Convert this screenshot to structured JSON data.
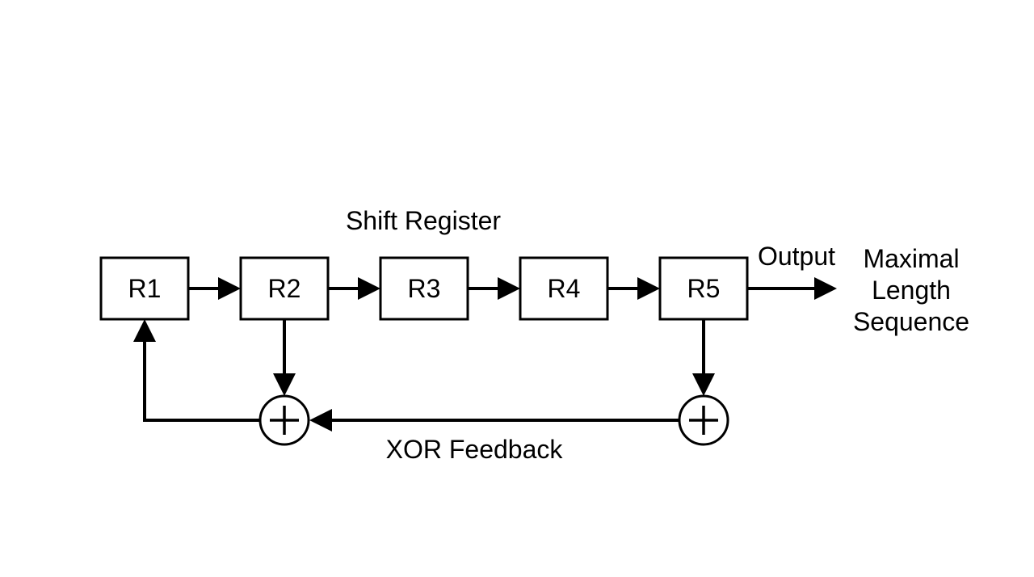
{
  "title": "Shift Register",
  "registers": [
    {
      "id": "r1",
      "label": "R1"
    },
    {
      "id": "r2",
      "label": "R2"
    },
    {
      "id": "r3",
      "label": "R3"
    },
    {
      "id": "r4",
      "label": "R4"
    },
    {
      "id": "r5",
      "label": "R5"
    }
  ],
  "output_label": "Output",
  "sequence_label": [
    "Maximal",
    "Length",
    "Sequence"
  ],
  "feedback_label": "XOR Feedback",
  "colors": {
    "stroke": "#000000",
    "background": "#ffffff"
  }
}
